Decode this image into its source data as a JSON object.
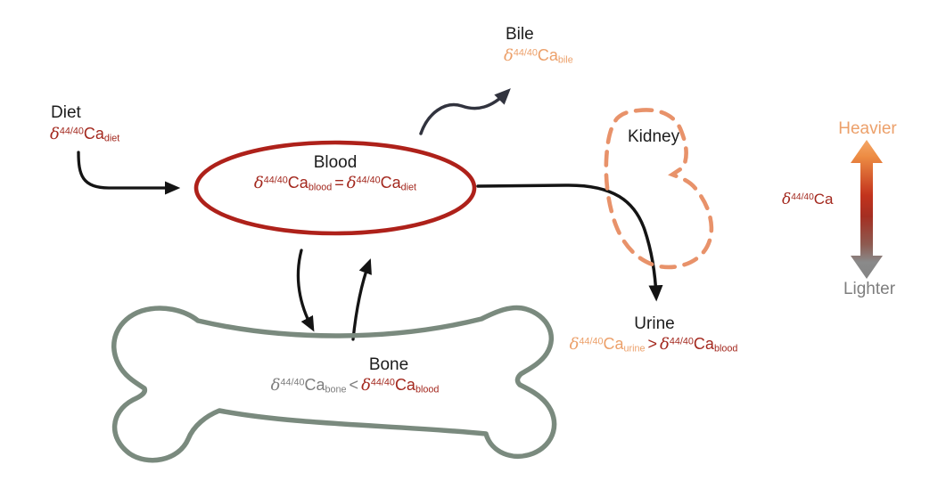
{
  "colors": {
    "blood_red": "#AE211A",
    "formula_red": "#A3281E",
    "orange": "#ECA06A",
    "kidney_orange": "#E8926A",
    "bone_green": "#7A8A7E",
    "gray_text": "#7E7E7E",
    "text_black": "#1C1C1C",
    "arrow_black": "#141414",
    "bile_arrow_dark": "#31333E",
    "scale_orange_top": "#F0954F",
    "scale_red_mid": "#BB2F1C",
    "scale_gray_bottom": "#858585"
  },
  "nodes": {
    "diet": {
      "label": "Diet",
      "formula": {
        "delta": "δ",
        "iso": "44/40",
        "elem": "Ca",
        "sub": "diet"
      }
    },
    "blood": {
      "label": "Blood",
      "formula": {
        "lhs": {
          "delta": "δ",
          "iso": "44/40",
          "elem": "Ca",
          "sub": "blood"
        },
        "op": "=",
        "rhs": {
          "delta": "δ",
          "iso": "44/40",
          "elem": "Ca",
          "sub": "diet"
        }
      }
    },
    "bile": {
      "label": "Bile",
      "formula": {
        "delta": "δ",
        "iso": "44/40",
        "elem": "Ca",
        "sub": "bile"
      }
    },
    "kidney": {
      "label": "Kidney"
    },
    "urine": {
      "label": "Urine",
      "formula": {
        "lhs": {
          "delta": "δ",
          "iso": "44/40",
          "elem": "Ca",
          "sub": "urine"
        },
        "op": ">",
        "rhs": {
          "delta": "δ",
          "iso": "44/40",
          "elem": "Ca",
          "sub": "blood"
        }
      }
    },
    "bone": {
      "label": "Bone",
      "formula": {
        "lhs": {
          "delta": "δ",
          "iso": "44/40",
          "elem": "Ca",
          "sub": "bone"
        },
        "op": "<",
        "rhs": {
          "delta": "δ",
          "iso": "44/40",
          "elem": "Ca",
          "sub": "blood"
        }
      }
    }
  },
  "legend": {
    "heavier_label": "Heavier",
    "lighter_label": "Lighter",
    "formula": {
      "delta": "δ",
      "iso": "44/40",
      "elem": "Ca"
    }
  }
}
